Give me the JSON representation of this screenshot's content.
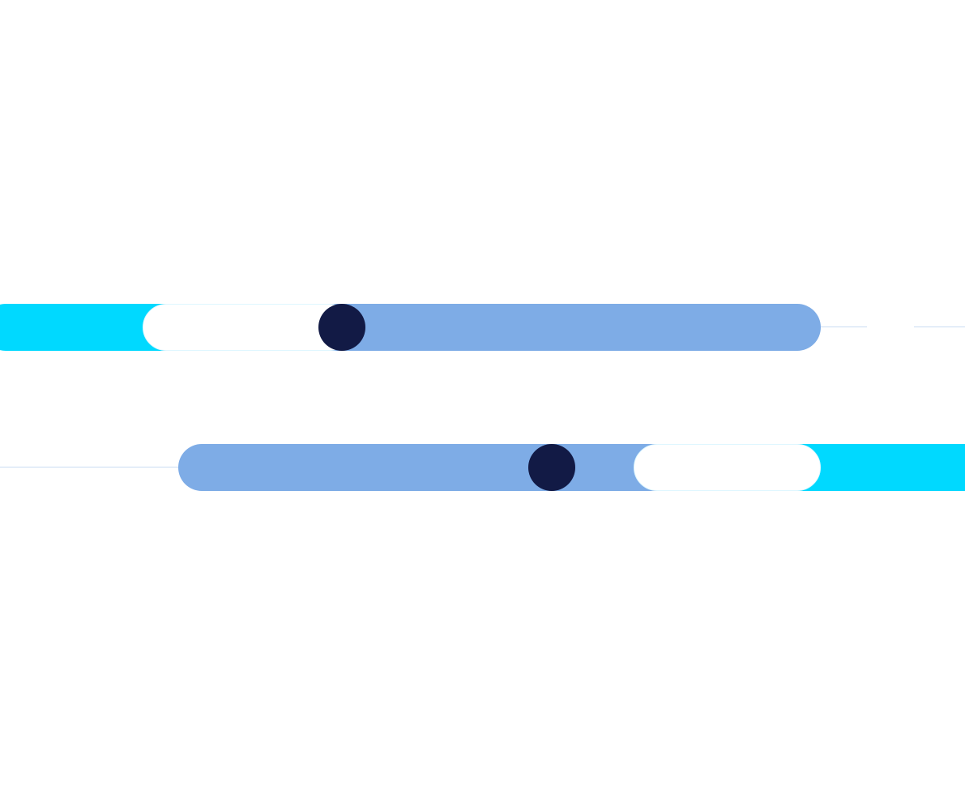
{
  "colors": {
    "background": "#ffffff",
    "cyan": "#00d9ff",
    "light_blue": "#7eace6",
    "white": "#ffffff",
    "navy": "#121a45",
    "thin_line": "#c9dcf3"
  },
  "graphic": {
    "description": "decorative-toggle-slider-pair",
    "top_slider": {
      "knob": "navy-knob"
    },
    "bottom_slider": {
      "knob": "navy-knob"
    }
  }
}
